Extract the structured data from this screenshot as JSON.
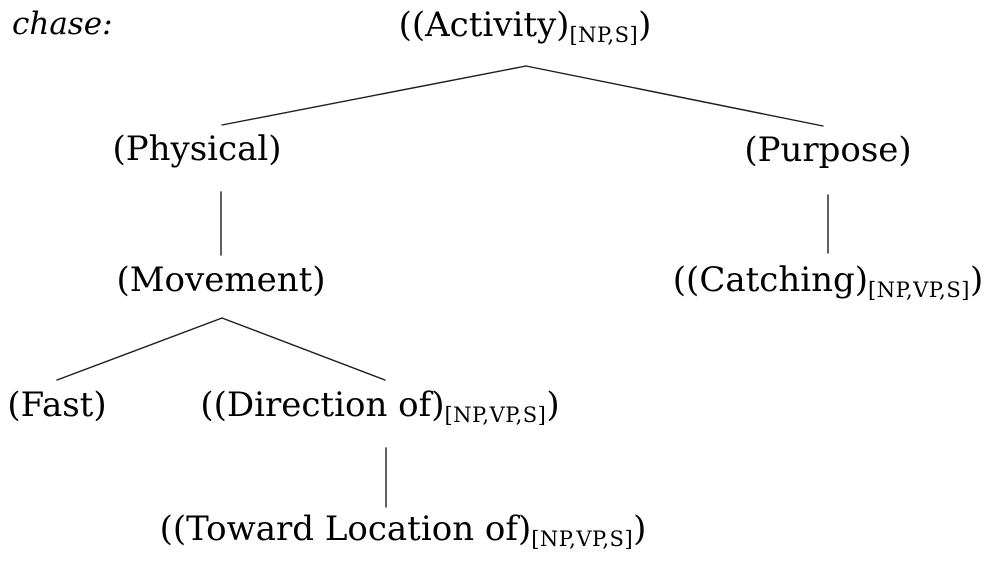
{
  "word_label": "chase:",
  "colors": {
    "background": "#ffffff",
    "text": "#000000",
    "line": "#1c1c1c"
  },
  "tree": {
    "nodes": {
      "activity": {
        "text": "((Activity)",
        "sub": "[NP,S]",
        "close": ")"
      },
      "physical": {
        "text": "(Physical)",
        "sub": "",
        "close": ""
      },
      "purpose": {
        "text": "(Purpose)",
        "sub": "",
        "close": ""
      },
      "movement": {
        "text": "(Movement)",
        "sub": "",
        "close": ""
      },
      "catching": {
        "text": "((Catching)",
        "sub": "[NP,VP,S]",
        "close": ")"
      },
      "fast": {
        "text": "(Fast)",
        "sub": "",
        "close": ""
      },
      "direction": {
        "text": "((Direction of)",
        "sub": "[NP,VP,S]",
        "close": ")"
      },
      "toward": {
        "text": "((Toward Location of)",
        "sub": "[NP,VP,S]",
        "close": ")"
      }
    },
    "edges": [
      {
        "from": "activity",
        "to": "physical"
      },
      {
        "from": "activity",
        "to": "purpose"
      },
      {
        "from": "physical",
        "to": "movement"
      },
      {
        "from": "purpose",
        "to": "catching"
      },
      {
        "from": "movement",
        "to": "fast"
      },
      {
        "from": "movement",
        "to": "direction"
      },
      {
        "from": "direction",
        "to": "toward"
      }
    ]
  }
}
